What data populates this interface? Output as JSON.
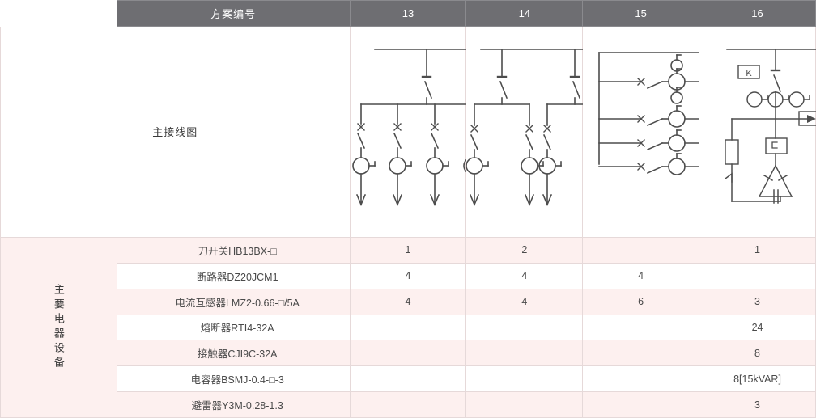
{
  "header": {
    "title": "方案编号",
    "columns": [
      "13",
      "14",
      "15",
      "16"
    ]
  },
  "diagram_row": {
    "label": "主接线图",
    "diagrams": [
      {
        "scheme": "13",
        "description": "单母线一把刀开关带四条出线回路，每回路含熔断器、开关、电流互感器",
        "bus": "horizontal",
        "knife_switches": 1,
        "branches": 4
      },
      {
        "scheme": "14",
        "description": "单母线两把刀开关，每把带两条出线回路，共四条回路",
        "bus": "horizontal",
        "knife_switches": 2,
        "branches": 4
      },
      {
        "scheme": "15",
        "description": "垂直母线引出四条水平馈线，含熔断器、开关及电流互感器",
        "bus": "vertical",
        "feeders": 4,
        "extra_ct": 2
      },
      {
        "scheme": "16",
        "description": "电容补偿柜：刀开关、三只电流互感器、避雷器接地、熔断器、接触器及三角形接线电容器组",
        "bus": "horizontal",
        "box_label": "K",
        "ct_count": 3,
        "has_arrester": true,
        "has_capacitor_delta": true
      }
    ]
  },
  "group_label": "主要电器设备",
  "equipment_rows": [
    {
      "name": "刀开关HB13BX-□",
      "values": [
        "1",
        "2",
        "",
        "1"
      ]
    },
    {
      "name": "断路器DZ20JCM1",
      "values": [
        "4",
        "4",
        "4",
        ""
      ]
    },
    {
      "name": "电流互感器LMZ2-0.66-□/5A",
      "values": [
        "4",
        "4",
        "6",
        "3"
      ]
    },
    {
      "name": "熔断器RTI4-32A",
      "values": [
        "",
        "",
        "",
        "24"
      ]
    },
    {
      "name": "接触器CJI9C-32A",
      "values": [
        "",
        "",
        "",
        "8"
      ]
    },
    {
      "name": "电容器BSMJ-0.4-□-3",
      "values": [
        "",
        "",
        "",
        "8[15kVAR]"
      ]
    },
    {
      "name": "避雷器Y3M-0.28-1.3",
      "values": [
        "",
        "",
        "",
        "3"
      ]
    }
  ],
  "colors": {
    "header_bg": "#6e6e72",
    "header_text": "#ffffff",
    "row_stripe": "#fdf0ef",
    "row_plain": "#ffffff",
    "border": "#e6d9d9",
    "diagram_line": "#4d4d4d",
    "text": "#3a3a3a"
  }
}
